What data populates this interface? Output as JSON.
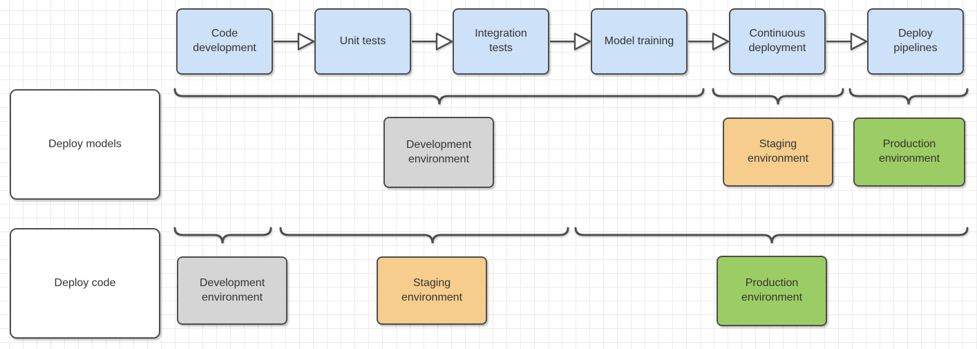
{
  "diagram": {
    "pipeline_steps": [
      "Code development",
      "Unit tests",
      "Integration tests",
      "Model training",
      "Continuous deployment",
      "Deploy pipelines"
    ],
    "deploy_models_row": {
      "label": "Deploy models",
      "environments": [
        "Development environment",
        "Staging environment",
        "Production environment"
      ]
    },
    "deploy_code_row": {
      "label": "Deploy code",
      "environments": [
        "Development environment",
        "Staging environment",
        "Production environment"
      ]
    },
    "colors": {
      "pipeline-fill": "#cde1f8",
      "dev-fill": "#d5d5d5",
      "staging-fill": "#f6cd8c",
      "production-fill": "#9ccd64",
      "shape-border": "#4d4d4d",
      "label-fill": "#ffffff",
      "shape-text": "#333333",
      "grid-line": "#ececec",
      "canvas-bg": "#ffffff"
    }
  }
}
